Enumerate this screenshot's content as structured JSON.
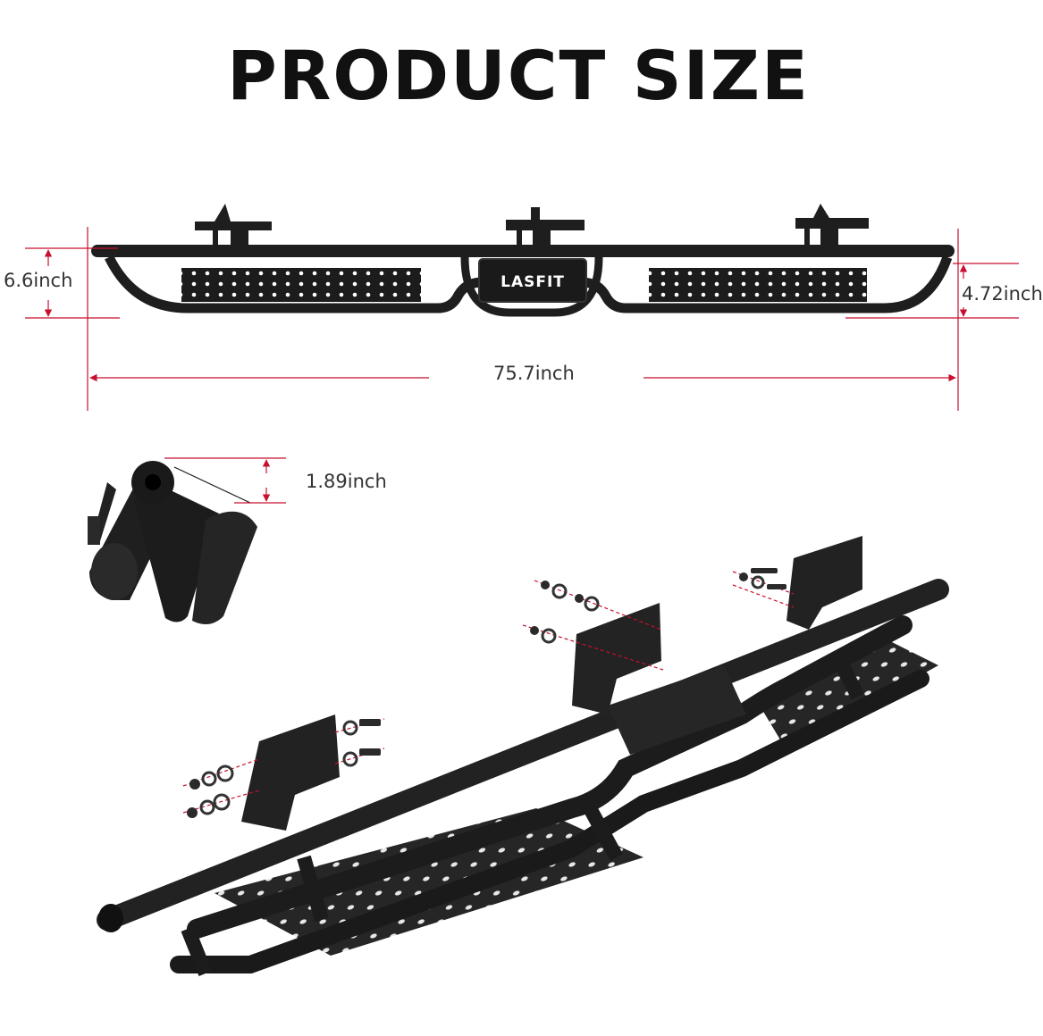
{
  "header": {
    "title": "PRODUCT SIZE"
  },
  "dimensions": {
    "height_total": "6.6inch",
    "height_side": "4.72inch",
    "length": "75.7inch",
    "tube": "1.89inch"
  },
  "brand": {
    "logo_text": "LASFIT"
  },
  "colors": {
    "dimension_line": "#c8102e",
    "product": "#1e1e1e",
    "text": "#111111"
  }
}
